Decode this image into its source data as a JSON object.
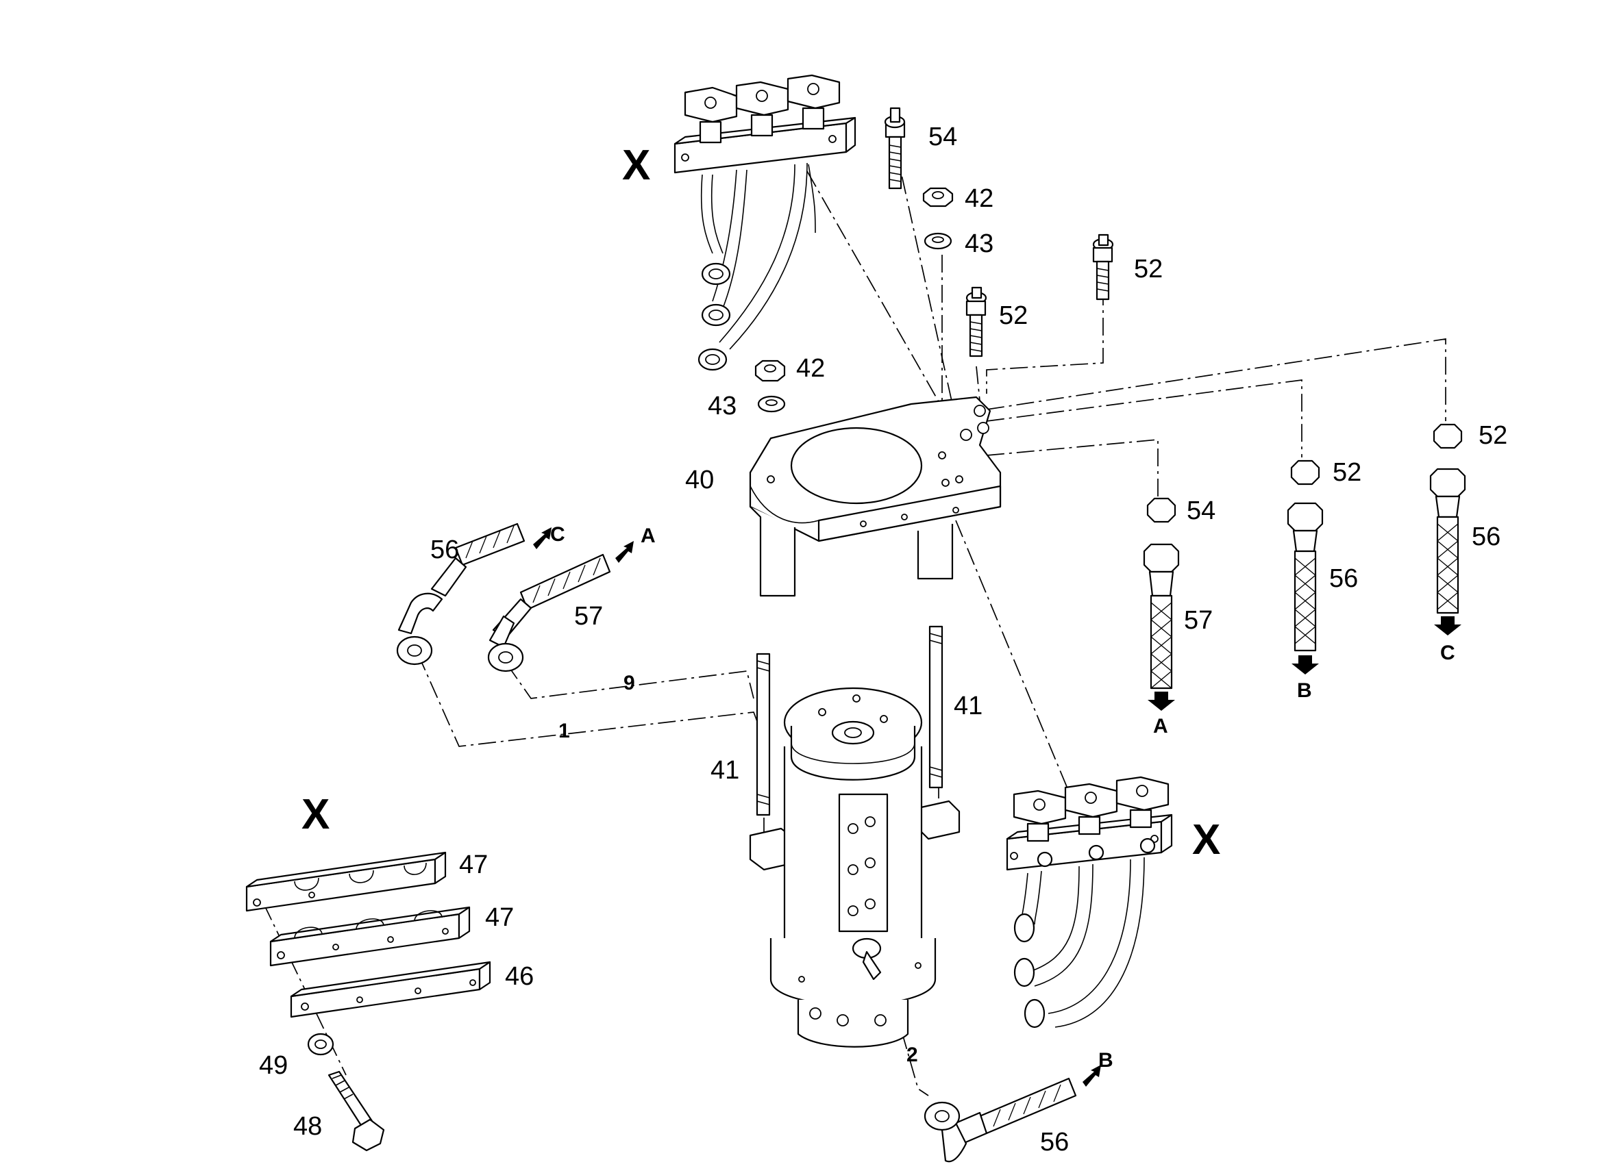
{
  "diagram": {
    "part_numbers": {
      "p1": "1",
      "p2": "2",
      "p9": "9",
      "p40": "40",
      "p41a": "41",
      "p41b": "41",
      "p42a": "42",
      "p42b": "42",
      "p43a": "43",
      "p43b": "43",
      "p46": "46",
      "p47a": "47",
      "p47b": "47",
      "p48": "48",
      "p49": "49",
      "p52a": "52",
      "p52b": "52",
      "p52c": "52",
      "p52d": "52",
      "p54a": "54",
      "p54b": "54",
      "p56a": "56",
      "p56b": "56",
      "p56c": "56",
      "p56d": "56",
      "p57a": "57",
      "p57b": "57"
    },
    "view_markers": {
      "x_top": "X",
      "x_left": "X",
      "x_right": "X"
    },
    "port_labels": {
      "c_hose_left": "C",
      "a_hose_left": "A",
      "a_bottom": "A",
      "b_bottom": "B",
      "c_bottom": "C",
      "b_hose_bottom": "B"
    }
  }
}
